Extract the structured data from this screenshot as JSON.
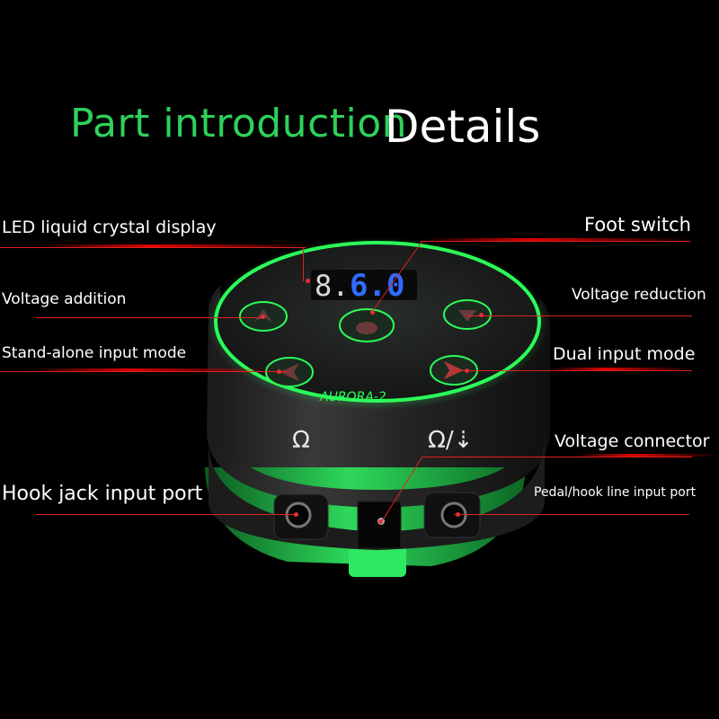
{
  "header": {
    "title_green": "Part introduction",
    "title_white": "Details"
  },
  "device": {
    "display_digits": "8.60",
    "brand": "AURORA-2"
  },
  "labels": {
    "led_display": "LED liquid crystal display",
    "foot_switch": "Foot switch",
    "voltage_addition": "Voltage addition",
    "voltage_reduction": "Voltage reduction",
    "standalone_mode": "Stand-alone input mode",
    "dual_mode": "Dual input mode",
    "voltage_connector": "Voltage connector",
    "hook_jack": "Hook jack input port",
    "pedal_hook": "Pedal/hook line input port"
  },
  "colors": {
    "accent_green": "#2ed15a",
    "device_green": "#2bff5a",
    "pointer_red": "#e02020",
    "led_blue": "#2f6bff"
  }
}
